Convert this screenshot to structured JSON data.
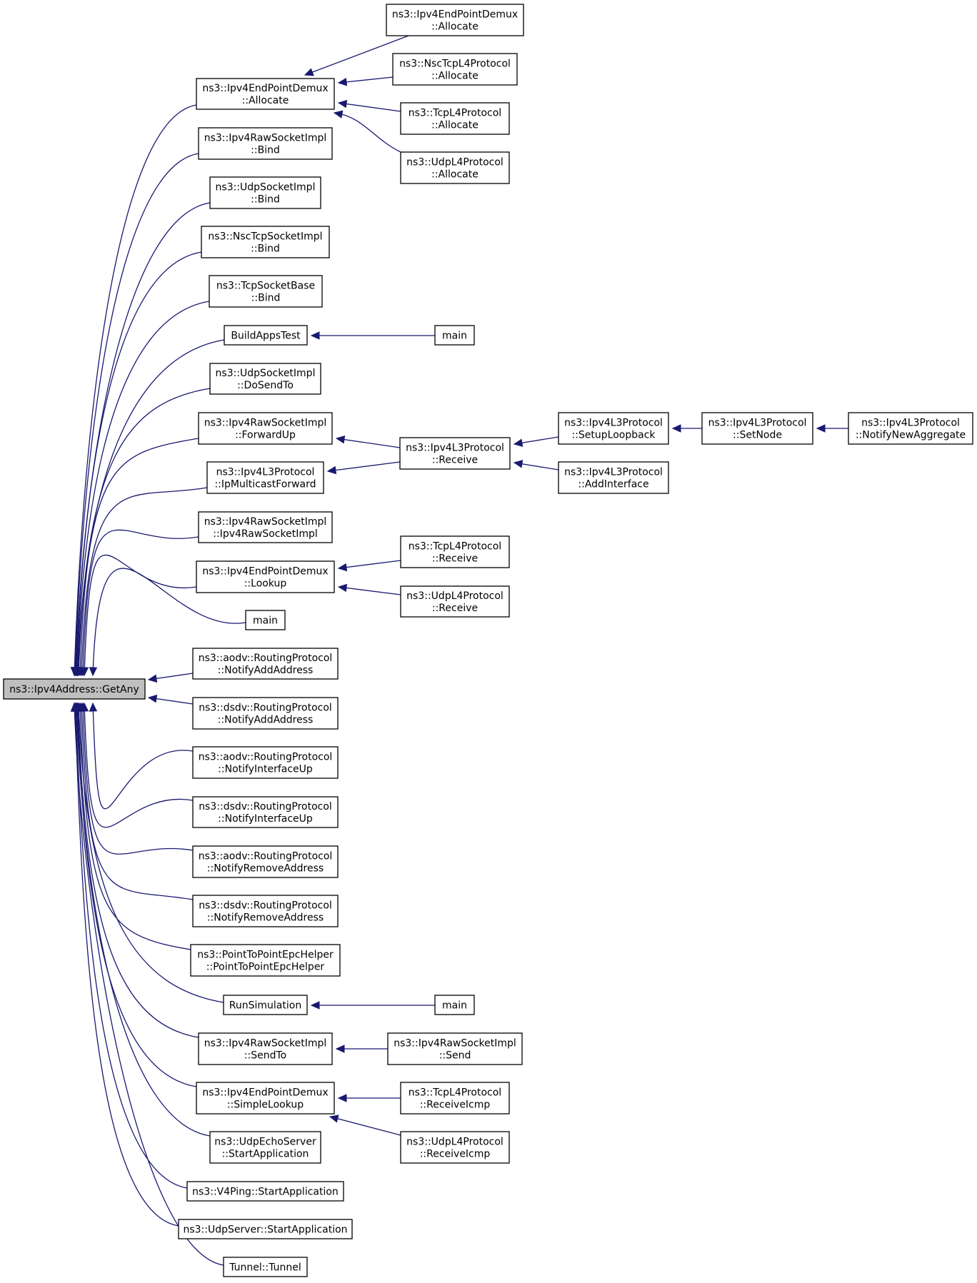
{
  "graph": {
    "root": "n0",
    "colors": {
      "edge": "#191970",
      "root_fill": "#bfbfbf",
      "node_fill": "#ffffff",
      "node_border": "#000000"
    },
    "nodes": [
      {
        "id": "n0",
        "lines": [
          "ns3::Ipv4Address::GetAny"
        ]
      },
      {
        "id": "n1",
        "lines": [
          "ns3::Ipv4EndPointDemux",
          "::Allocate"
        ]
      },
      {
        "id": "n2",
        "lines": [
          "ns3::Ipv4RawSocketImpl",
          "::Bind"
        ]
      },
      {
        "id": "n3",
        "lines": [
          "ns3::UdpSocketImpl",
          "::Bind"
        ]
      },
      {
        "id": "n4",
        "lines": [
          "ns3::NscTcpSocketImpl",
          "::Bind"
        ]
      },
      {
        "id": "n5",
        "lines": [
          "ns3::TcpSocketBase",
          "::Bind"
        ]
      },
      {
        "id": "n6",
        "lines": [
          "BuildAppsTest"
        ]
      },
      {
        "id": "n7",
        "lines": [
          "ns3::UdpSocketImpl",
          "::DoSendTo"
        ]
      },
      {
        "id": "n8",
        "lines": [
          "ns3::Ipv4RawSocketImpl",
          "::ForwardUp"
        ]
      },
      {
        "id": "n9",
        "lines": [
          "ns3::Ipv4L3Protocol",
          "::IpMulticastForward"
        ]
      },
      {
        "id": "n10",
        "lines": [
          "ns3::Ipv4RawSocketImpl",
          "::Ipv4RawSocketImpl"
        ]
      },
      {
        "id": "n11",
        "lines": [
          "ns3::Ipv4EndPointDemux",
          "::Lookup"
        ]
      },
      {
        "id": "n12",
        "lines": [
          "main"
        ]
      },
      {
        "id": "n13",
        "lines": [
          "ns3::aodv::RoutingProtocol",
          "::NotifyAddAddress"
        ]
      },
      {
        "id": "n14",
        "lines": [
          "ns3::dsdv::RoutingProtocol",
          "::NotifyAddAddress"
        ]
      },
      {
        "id": "n15",
        "lines": [
          "ns3::aodv::RoutingProtocol",
          "::NotifyInterfaceUp"
        ]
      },
      {
        "id": "n16",
        "lines": [
          "ns3::dsdv::RoutingProtocol",
          "::NotifyInterfaceUp"
        ]
      },
      {
        "id": "n17",
        "lines": [
          "ns3::aodv::RoutingProtocol",
          "::NotifyRemoveAddress"
        ]
      },
      {
        "id": "n18",
        "lines": [
          "ns3::dsdv::RoutingProtocol",
          "::NotifyRemoveAddress"
        ]
      },
      {
        "id": "n19",
        "lines": [
          "ns3::PointToPointEpcHelper",
          "::PointToPointEpcHelper"
        ]
      },
      {
        "id": "n20",
        "lines": [
          "RunSimulation"
        ]
      },
      {
        "id": "n21",
        "lines": [
          "ns3::Ipv4RawSocketImpl",
          "::SendTo"
        ]
      },
      {
        "id": "n22",
        "lines": [
          "ns3::Ipv4EndPointDemux",
          "::SimpleLookup"
        ]
      },
      {
        "id": "n23",
        "lines": [
          "ns3::UdpEchoServer",
          "::StartApplication"
        ]
      },
      {
        "id": "n24",
        "lines": [
          "ns3::V4Ping::StartApplication"
        ]
      },
      {
        "id": "n25",
        "lines": [
          "ns3::UdpServer::StartApplication"
        ]
      },
      {
        "id": "n26",
        "lines": [
          "Tunnel::Tunnel"
        ]
      },
      {
        "id": "n27",
        "lines": [
          "ns3::Ipv4EndPointDemux",
          "::Allocate"
        ]
      },
      {
        "id": "n28",
        "lines": [
          "ns3::NscTcpL4Protocol",
          "::Allocate"
        ]
      },
      {
        "id": "n29",
        "lines": [
          "ns3::TcpL4Protocol",
          "::Allocate"
        ]
      },
      {
        "id": "n30",
        "lines": [
          "ns3::UdpL4Protocol",
          "::Allocate"
        ]
      },
      {
        "id": "n31",
        "lines": [
          "main"
        ]
      },
      {
        "id": "n32",
        "lines": [
          "ns3::Ipv4L3Protocol",
          "::Receive"
        ]
      },
      {
        "id": "n33",
        "lines": [
          "ns3::Ipv4L3Protocol",
          "::SetupLoopback"
        ]
      },
      {
        "id": "n34",
        "lines": [
          "ns3::Ipv4L3Protocol",
          "::AddInterface"
        ]
      },
      {
        "id": "n35",
        "lines": [
          "ns3::Ipv4L3Protocol",
          "::SetNode"
        ]
      },
      {
        "id": "n36",
        "lines": [
          "ns3::Ipv4L3Protocol",
          "::NotifyNewAggregate"
        ]
      },
      {
        "id": "n37",
        "lines": [
          "ns3::TcpL4Protocol",
          "::Receive"
        ]
      },
      {
        "id": "n38",
        "lines": [
          "ns3::UdpL4Protocol",
          "::Receive"
        ]
      },
      {
        "id": "n39",
        "lines": [
          "main"
        ]
      },
      {
        "id": "n40",
        "lines": [
          "ns3::Ipv4RawSocketImpl",
          "::Send"
        ]
      },
      {
        "id": "n41",
        "lines": [
          "ns3::TcpL4Protocol",
          "::ReceiveIcmp"
        ]
      },
      {
        "id": "n42",
        "lines": [
          "ns3::UdpL4Protocol",
          "::ReceiveIcmp"
        ]
      }
    ],
    "edges": [
      {
        "from": "n1",
        "to": "n0"
      },
      {
        "from": "n2",
        "to": "n0"
      },
      {
        "from": "n3",
        "to": "n0"
      },
      {
        "from": "n4",
        "to": "n0"
      },
      {
        "from": "n5",
        "to": "n0"
      },
      {
        "from": "n6",
        "to": "n0"
      },
      {
        "from": "n7",
        "to": "n0"
      },
      {
        "from": "n8",
        "to": "n0"
      },
      {
        "from": "n9",
        "to": "n0"
      },
      {
        "from": "n10",
        "to": "n0"
      },
      {
        "from": "n11",
        "to": "n0"
      },
      {
        "from": "n12",
        "to": "n0"
      },
      {
        "from": "n13",
        "to": "n0"
      },
      {
        "from": "n14",
        "to": "n0"
      },
      {
        "from": "n15",
        "to": "n0"
      },
      {
        "from": "n16",
        "to": "n0"
      },
      {
        "from": "n17",
        "to": "n0"
      },
      {
        "from": "n18",
        "to": "n0"
      },
      {
        "from": "n19",
        "to": "n0"
      },
      {
        "from": "n20",
        "to": "n0"
      },
      {
        "from": "n21",
        "to": "n0"
      },
      {
        "from": "n22",
        "to": "n0"
      },
      {
        "from": "n23",
        "to": "n0"
      },
      {
        "from": "n24",
        "to": "n0"
      },
      {
        "from": "n25",
        "to": "n0"
      },
      {
        "from": "n26",
        "to": "n0"
      },
      {
        "from": "n27",
        "to": "n1"
      },
      {
        "from": "n28",
        "to": "n1"
      },
      {
        "from": "n29",
        "to": "n1"
      },
      {
        "from": "n30",
        "to": "n1"
      },
      {
        "from": "n31",
        "to": "n6"
      },
      {
        "from": "n32",
        "to": "n8"
      },
      {
        "from": "n32",
        "to": "n9"
      },
      {
        "from": "n33",
        "to": "n32"
      },
      {
        "from": "n34",
        "to": "n32"
      },
      {
        "from": "n35",
        "to": "n33"
      },
      {
        "from": "n36",
        "to": "n35"
      },
      {
        "from": "n37",
        "to": "n11"
      },
      {
        "from": "n38",
        "to": "n11"
      },
      {
        "from": "n39",
        "to": "n20"
      },
      {
        "from": "n40",
        "to": "n21"
      },
      {
        "from": "n41",
        "to": "n22"
      },
      {
        "from": "n42",
        "to": "n22"
      }
    ]
  }
}
